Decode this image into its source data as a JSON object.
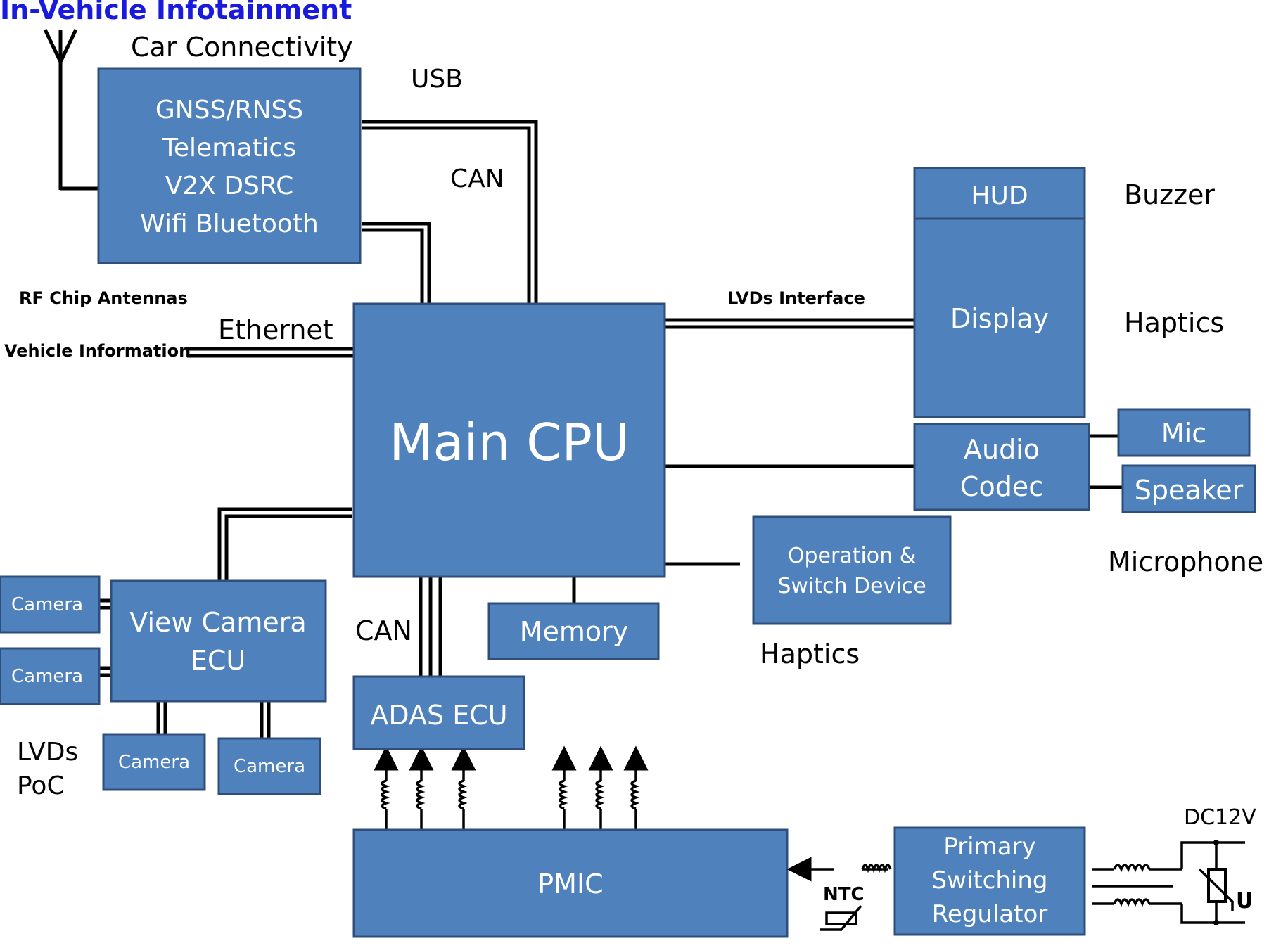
{
  "title": "In-Vehicle Infotainment",
  "colors": {
    "block": "#4f81bd",
    "title": "#1a1adc",
    "line": "#000000"
  },
  "labels": {
    "car_connectivity": "Car Connectivity",
    "usb": "USB",
    "can_top": "CAN",
    "rf_chip_antennas": "RF Chip Antennas",
    "vehicle_information": "Vehicle Information",
    "ethernet": "Ethernet",
    "lvds_interface": "LVDs Interface",
    "buzzer": "Buzzer",
    "haptics_right": "Haptics",
    "microphone": "Microphone",
    "can_bottom": "CAN",
    "haptics_bottom": "Haptics",
    "lvds": "LVDs",
    "poc": "PoC",
    "ntc": "NTC",
    "dc12v": "DC12V",
    "u": "U"
  },
  "blocks": {
    "connectivity": [
      "GNSS/RNSS",
      "Telematics",
      "V2X DSRC",
      "Wifi Bluetooth"
    ],
    "main_cpu": "Main CPU",
    "hud": "HUD",
    "display": "Display",
    "audio_codec": [
      "Audio",
      "Codec"
    ],
    "mic": "Mic",
    "speaker": "Speaker",
    "operation_switch": [
      "Operation &",
      "Switch Device"
    ],
    "memory": "Memory",
    "view_camera_ecu": [
      "View Camera",
      "ECU"
    ],
    "camera": "Camera",
    "adas_ecu": "ADAS ECU",
    "pmic": "PMIC",
    "primary_regulator": [
      "Primary",
      "Switching",
      "Regulator"
    ]
  }
}
